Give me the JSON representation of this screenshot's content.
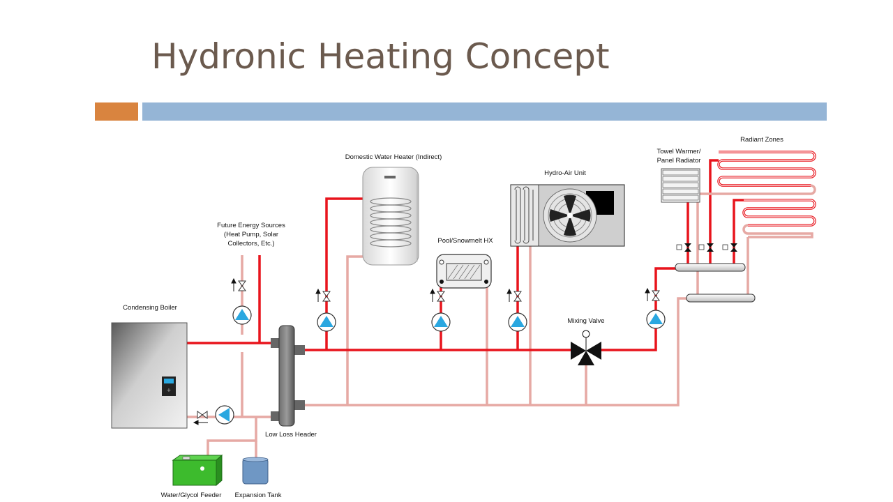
{
  "slide": {
    "title": "Hydronic Heating Concept"
  },
  "diagram": {
    "labels": {
      "domestic_water_heater": "Domestic Water Heater (Indirect)",
      "hydro_air_unit": "Hydro-Air Unit",
      "towel_warmer_1": "Towel Warmer/",
      "towel_warmer_2": "Panel Radiator",
      "radiant_zones": "Radiant Zones",
      "future_energy_1": "Future Energy Sources",
      "future_energy_2": "(Heat Pump, Solar",
      "future_energy_3": "Collectors, Etc.)",
      "pool_snowmelt": "Pool/Snowmelt HX",
      "condensing_boiler": "Condensing Boiler",
      "mixing_valve": "Mixing Valve",
      "low_loss_header": "Low Loss Header",
      "water_glycol_feeder": "Water/Glycol Feeder",
      "expansion_tank": "Expansion Tank"
    },
    "colors": {
      "supply": "#e8141c",
      "return": "#e6a9a4",
      "accent_orange": "#d9843f",
      "accent_blue": "#95b5d6",
      "pump": "#2aa7e0",
      "feeder": "#3dbb2d",
      "tank": "#6f97c4",
      "title": "#6b5a4e"
    }
  }
}
